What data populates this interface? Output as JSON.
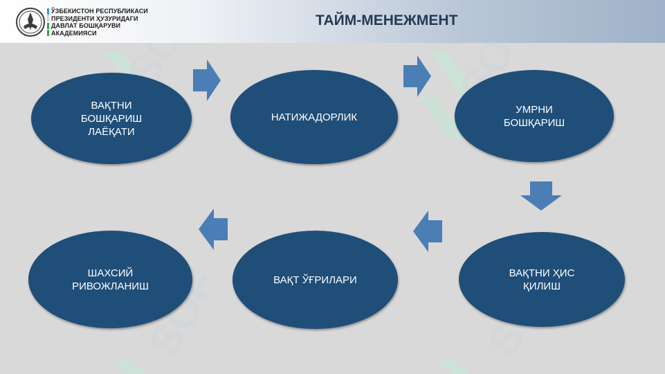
{
  "header": {
    "institution_lines": [
      "ЎЗБЕКИСТОН РЕСПУБЛИКАСИ",
      "ПРЕЗИДЕНТИ ҲУЗУРИДАГИ",
      "ДАВЛАТ БОШҚАРУВИ",
      "АКАДЕМИЯСИ"
    ],
    "title": "ТАЙМ-МЕНЕЖМЕНТ",
    "logo_icon": "academy-emblem-icon"
  },
  "flow": {
    "nodes": [
      "ВАҚТНИ\nБОШҚАРИШ\nЛАЁҚАТИ",
      "НАТИЖАДОРЛИК",
      "УМРНИ\nБОШҚАРИШ",
      "ВАҚТНИ ҲИС\nҚИЛИШ",
      "ВАҚТ ЎҒРИЛАРИ",
      "ШАХСИЙ\nРИВОЖЛАНИШ"
    ],
    "arrows": [
      "arrow-right-icon",
      "arrow-right-icon",
      "arrow-down-icon",
      "arrow-left-icon",
      "arrow-left-icon"
    ]
  },
  "colors": {
    "oval_fill": "#1f4e79",
    "arrow_fill": "#4a7eb5",
    "title_color": "#243a55",
    "background": "#d9d9d9",
    "watermark": "#cfe9dc"
  }
}
